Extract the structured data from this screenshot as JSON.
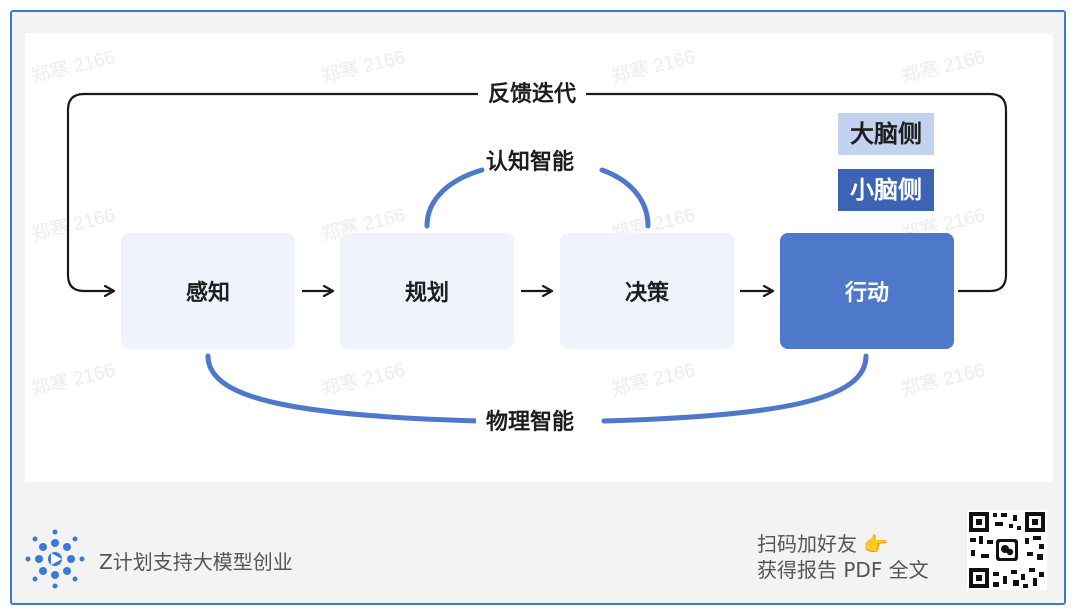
{
  "nodes": [
    {
      "label": "感知",
      "style": "light"
    },
    {
      "label": "规划",
      "style": "light"
    },
    {
      "label": "决策",
      "style": "light"
    },
    {
      "label": "行动",
      "style": "dark"
    }
  ],
  "labels": {
    "feedback": "反馈迭代",
    "cognitive": "认知智能",
    "physical": "物理智能"
  },
  "legend": {
    "brain": "大脑侧",
    "cerebellum": "小脑侧"
  },
  "watermark": "郑寒 2166",
  "footer": {
    "brand": "Z计划支持大模型创业",
    "cta_line1": "扫码加好友 👉",
    "cta_line2": "获得报告 PDF 全文"
  },
  "colors": {
    "accent_blue": "#4e78c9",
    "light_box": "#eef3fc",
    "legend_brain": "#c3d2ee",
    "legend_cerebellum": "#3d63b5",
    "frame_border": "#3b79d8"
  },
  "icons": [
    "brand-logo-icon",
    "qr-code-icon"
  ]
}
